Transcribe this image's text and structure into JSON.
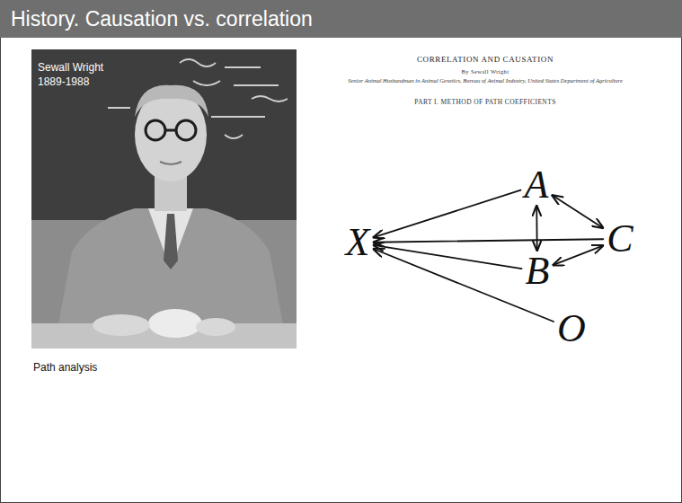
{
  "diagram": {
    "title": "History. Causation vs. correlation",
    "nodes": [
      {
        "text": [
          "A"
        ]
      },
      {
        "text": [
          "C"
        ]
      },
      {
        "text": [
          "X"
        ]
      },
      {
        "text": [
          "B"
        ]
      },
      {
        "text": [
          "O"
        ]
      }
    ],
    "edges": [
      {
        "from": 0,
        "to": 2,
        "arrow": "to"
      },
      {
        "from": 1,
        "to": 2,
        "arrow": "to"
      },
      {
        "from": 3,
        "to": 2,
        "arrow": "to"
      },
      {
        "from": 4,
        "to": 2,
        "arrow": "to"
      },
      {
        "from": 0,
        "to": 3,
        "arrow": "both"
      },
      {
        "from": 0,
        "to": 1,
        "arrow": "both"
      },
      {
        "from": 3,
        "to": 1,
        "arrow": "both"
      }
    ],
    "labels": [
      "Sewall Wright",
      "1889-1988",
      "Path analysis",
      "CORRELATION AND CAUSATION",
      "By Sewall Wright",
      "Senior Animal Husbandman in Animal Genetics, Bureau of Animal Industry, United States Department of Agriculture",
      "PART I. METHOD OF PATH COEFFICIENTS"
    ]
  }
}
